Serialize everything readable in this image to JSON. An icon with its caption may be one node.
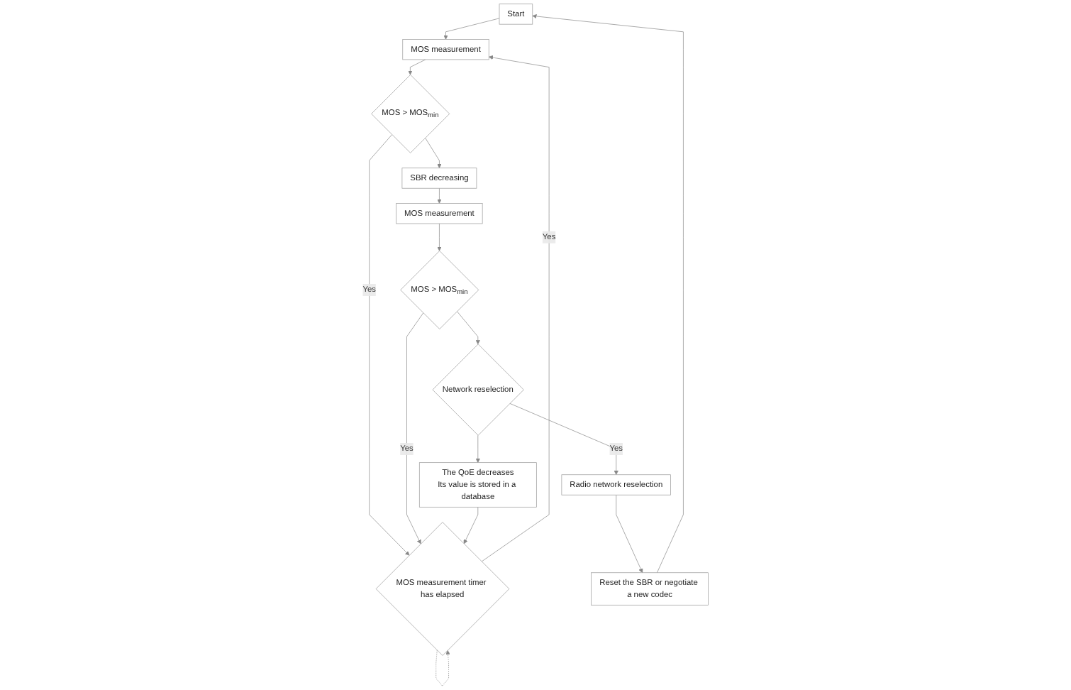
{
  "diagram": {
    "nodes": [
      {
        "text": [
          "Start"
        ]
      },
      {
        "text": [
          "MOS measurement"
        ]
      },
      {
        "text": [
          "MOS measurement timer has elapsed"
        ]
      },
      {
        "text": [
          "MOS > MOS$_{min}$"
        ]
      },
      {
        "text": [
          "SBR decreasing"
        ]
      },
      {
        "text": [
          "MOS measurement"
        ]
      },
      {
        "text": [
          "MOS > MOS$_{min}$"
        ]
      },
      {
        "text": [
          "Network reselection"
        ]
      },
      {
        "text": [
          "Radio network reselection"
        ]
      },
      {
        "text": [
          "Reset the SBR or negotiate a new codec"
        ]
      },
      {
        "text": [
          "The QoE decreases",
          "Its value is stored in a database"
        ]
      }
    ],
    "edges": [
      {
        "from": 9,
        "to": 0,
        "arrow": "to"
      },
      {
        "from": 0,
        "to": 1,
        "arrow": "to"
      },
      {
        "from": 2,
        "to": 1,
        "arrow": "to",
        "label": "Yes"
      },
      {
        "from": 2,
        "to": 2,
        "arrow": "to",
        "style": "dashed"
      },
      {
        "from": 1,
        "to": 3,
        "arrow": "to"
      },
      {
        "from": 3,
        "to": 2,
        "arrow": "to",
        "label": "Yes"
      },
      {
        "from": 3,
        "to": 4,
        "arrow": "to"
      },
      {
        "from": 4,
        "to": 5,
        "arrow": "to"
      },
      {
        "from": 5,
        "to": 6,
        "arrow": "to"
      },
      {
        "from": 8,
        "to": 9,
        "arrow": "to"
      },
      {
        "from": 7,
        "to": 8,
        "arrow": "to",
        "label": "Yes"
      },
      {
        "from": 6,
        "to": 2,
        "arrow": "to",
        "label": "Yes"
      },
      {
        "from": 6,
        "to": 7,
        "arrow": "to"
      },
      {
        "from": 7,
        "to": 10,
        "arrow": "to"
      },
      {
        "from": 10,
        "to": 2,
        "arrow": "to"
      }
    ]
  }
}
